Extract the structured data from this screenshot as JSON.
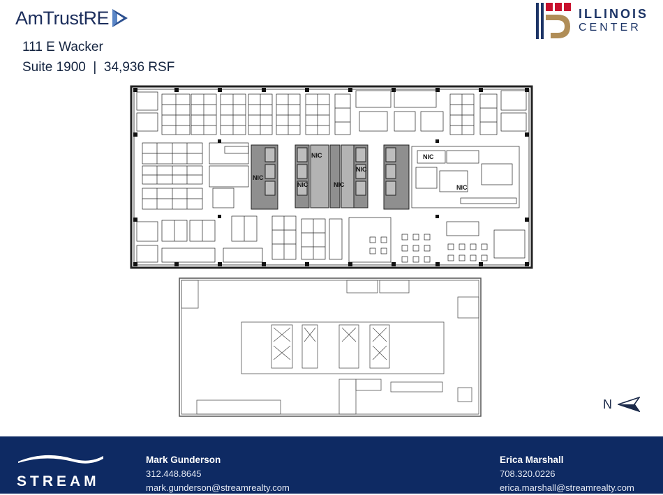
{
  "header": {
    "logo_text": "AmTrustRE",
    "address_line1": "111 E Wacker",
    "address_line2": "Suite 1900  |  34,936 RSF",
    "right_logo_line1": "ILLINOIS",
    "right_logo_line2": "CENTER"
  },
  "plan": {
    "nic_labels": [
      "NIC",
      "NIC",
      "NIC",
      "NIC",
      "NIC",
      "NIC",
      "NIC"
    ]
  },
  "compass": {
    "label": "N",
    "icon": "north-arrow-icon"
  },
  "footer": {
    "brand": "STREAM",
    "contacts": [
      {
        "name": "Mark Gunderson",
        "phone": "312.448.8645",
        "email": "mark.gunderson@streamrealty.com"
      },
      {
        "name": "Erica Marshall",
        "phone": "708.320.0226",
        "email": "erica.marshall@streamrealty.com"
      }
    ],
    "background": "#0e2a63"
  },
  "colors": {
    "brand_navy": "#1c2e5c",
    "accent_gold": "#b08d57",
    "accent_red": "#c8102e"
  }
}
